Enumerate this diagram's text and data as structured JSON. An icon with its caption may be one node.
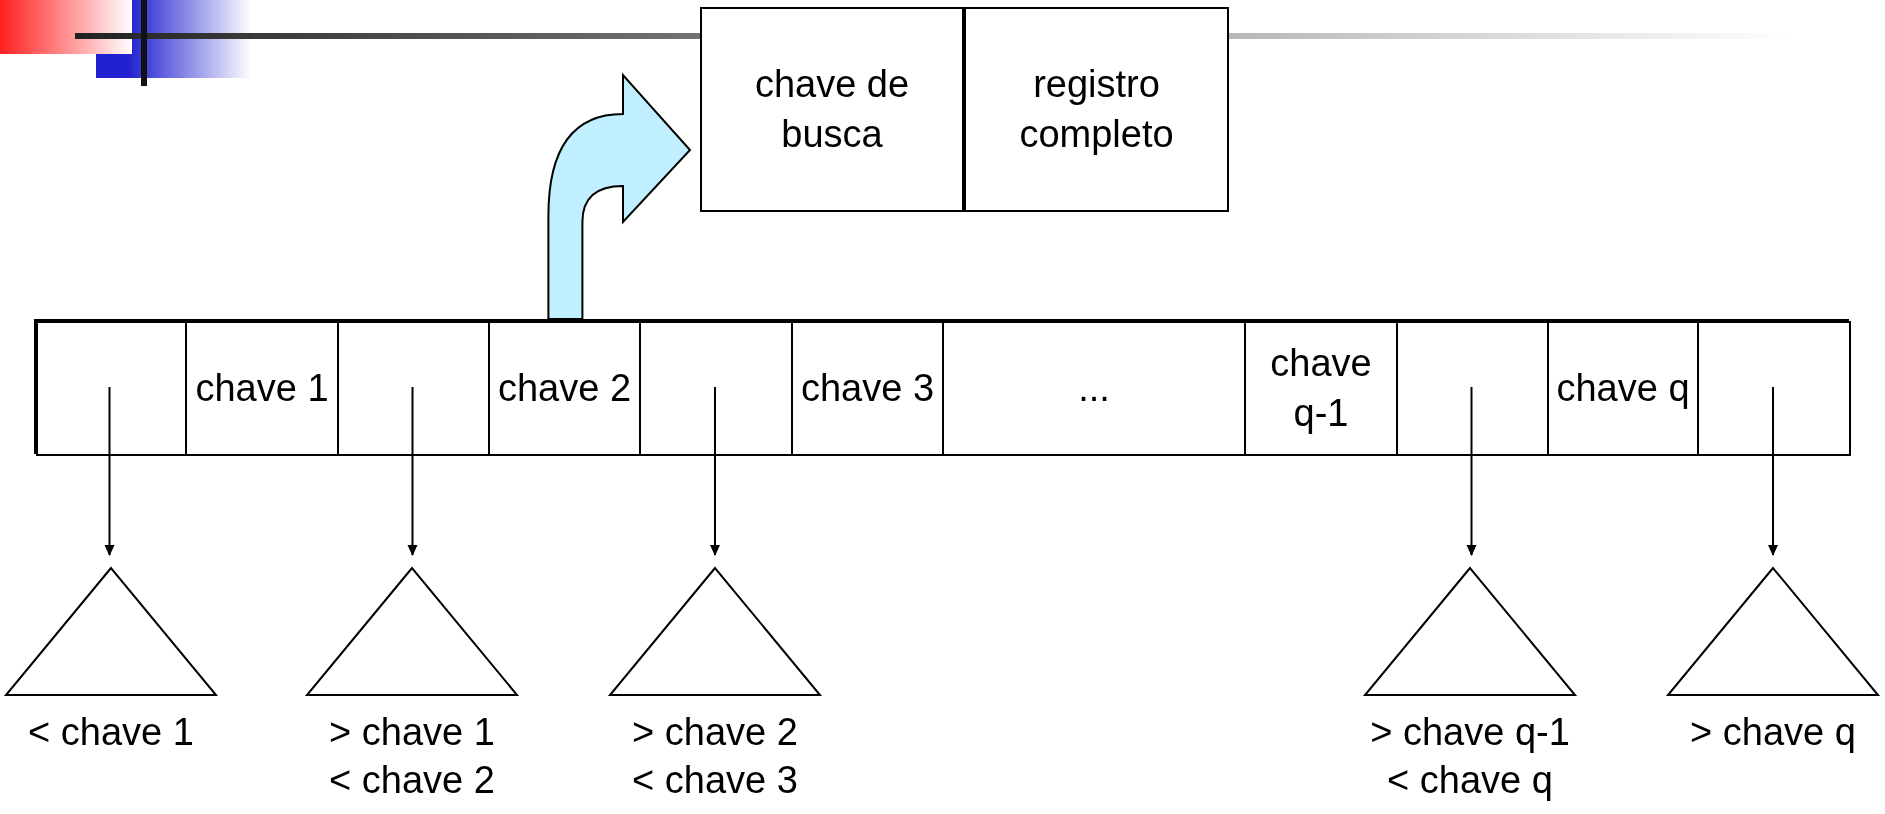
{
  "diagram": {
    "nodes": [
      {
        "text": [
          "chave de busca"
        ]
      },
      {
        "text": [
          "registro completo"
        ]
      },
      {
        "text": [],
        "shape": "box"
      },
      {
        "text": [],
        "shape": "box",
        "in": 2
      },
      {
        "text": [
          "chave 1"
        ],
        "in": 2
      },
      {
        "text": [],
        "shape": "box",
        "in": 2
      },
      {
        "text": [
          "chave 2"
        ],
        "in": 2
      },
      {
        "text": [],
        "shape": "box",
        "in": 2
      },
      {
        "text": [
          "chave 3"
        ],
        "in": 2
      },
      {
        "text": [
          "..."
        ],
        "in": 2
      },
      {
        "text": [
          "chave q-1"
        ],
        "in": 2
      },
      {
        "text": [],
        "shape": "box",
        "in": 2
      },
      {
        "text": [
          "chave q"
        ],
        "in": 2
      },
      {
        "text": [],
        "shape": "box",
        "in": 2
      },
      {
        "text": [],
        "shape": "triangle",
        "beside": [
          "< chave 1"
        ]
      },
      {
        "text": [],
        "shape": "triangle",
        "beside": [
          "> chave 1",
          "< chave 2"
        ]
      },
      {
        "text": [],
        "shape": "triangle",
        "beside": [
          "> chave 2",
          "< chave 3"
        ]
      },
      {
        "text": [],
        "shape": "triangle",
        "beside": [
          "> chave q-1",
          "< chave q"
        ]
      },
      {
        "text": [],
        "shape": "triangle",
        "beside": [
          "> chave q"
        ]
      }
    ],
    "edges": [
      {
        "from": 6,
        "to": 0,
        "arrow": "to",
        "style": "thick",
        "color": "#c0f0ff"
      },
      {
        "from": 3,
        "to": 14,
        "arrow": "to"
      },
      {
        "from": 5,
        "to": 15,
        "arrow": "to"
      },
      {
        "from": 7,
        "to": 16,
        "arrow": "to"
      },
      {
        "from": 11,
        "to": 17,
        "arrow": "to"
      },
      {
        "from": 13,
        "to": 18,
        "arrow": "to"
      }
    ]
  }
}
